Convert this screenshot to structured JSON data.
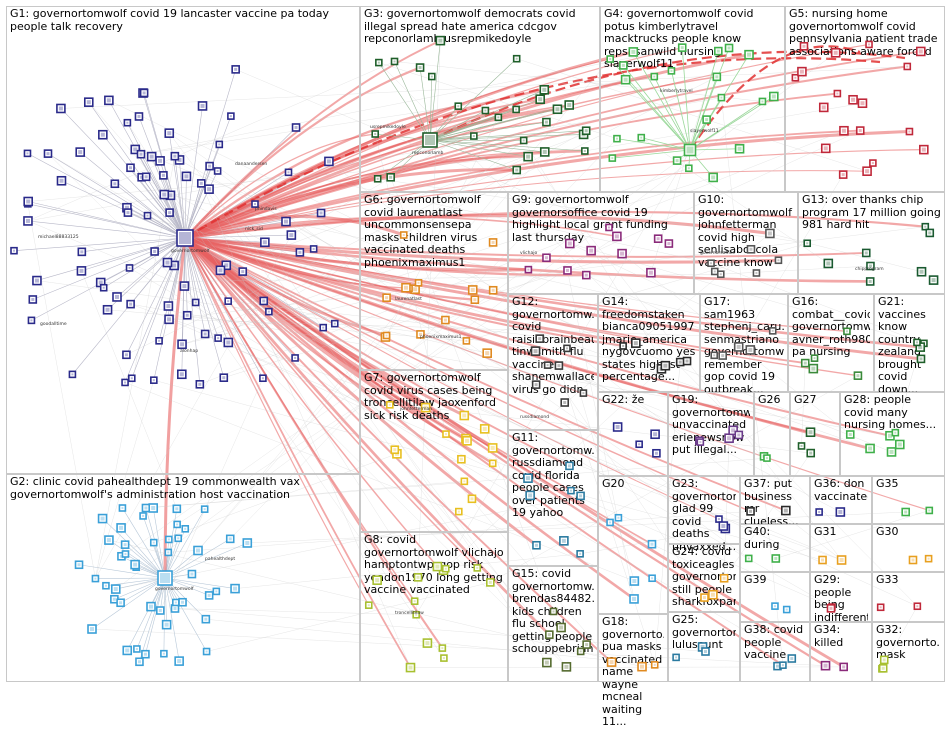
{
  "groups": [
    {
      "id": "G1",
      "label": "G1: governortomwolf covid 19 lancaster vaccine pa today people talk recovery",
      "color": "#2a2a8a"
    },
    {
      "id": "G2",
      "label": "G2: clinic covid pahealthdept 19 commonwealth vax governortomwolf's administration host vaccination",
      "color": "#3aa0d8"
    },
    {
      "id": "G3",
      "label": "G3: governortomwolf democrats covid illegal spread hate america cdcgov repconorlamb usrepmikedoyle",
      "color": "#1f5f2a"
    },
    {
      "id": "G4",
      "label": "G4: governortomwolf covid potus kimberlytravel macktrucks people know repsusanwild nursing slayerwolf11",
      "color": "#3fb04a"
    },
    {
      "id": "G5",
      "label": "G5: nursing home governortomwolf covid pennsylvania patient trade associations aware forced",
      "color": "#c0283a"
    },
    {
      "id": "G6",
      "label": "G6: governortomwolf covid laurenatlast uncommonsensepa masks children virus vaccinated deaths phoenixmaximus1",
      "color": "#e08a20"
    },
    {
      "id": "G7",
      "label": "G7: governortomwolf covid virus cases being troncellitilaw jaoxenford sick risk deaths",
      "color": "#e8c020"
    },
    {
      "id": "G8",
      "label": "G8: covid governortomwolf vlichajo hamptontwp_gop risk yeadon1970 long getting vaccine vaccinated",
      "color": "#a8c030"
    },
    {
      "id": "G9",
      "label": "G9: governortomwolf governorsoffice covid 19 highlight local grant funding last thursday",
      "color": "#8a2a7a"
    },
    {
      "id": "G10",
      "label": "G10: governortomwolf johnfetterman covid high senlisaboscola vaccine know",
      "color": "#555555"
    },
    {
      "id": "G11",
      "label": "G11: governortomw... russdiamond covid florida people cases over patients 19 yahoo",
      "color": "#2a7aa0"
    },
    {
      "id": "G12",
      "label": "G12: governortomw... covid raisinbrainbeau tinwsmith flu vaccine shanemwallace virus go didn",
      "color": "#3a3a3a"
    },
    {
      "id": "G13",
      "label": "G13: over thanks chip program 17 million going 981 hard hit",
      "color": "#1a5a30"
    },
    {
      "id": "G14",
      "label": "G14: freedomstaken bianca09051997 jmarie_america nygovcuomo yes states highest percentage...",
      "color": "#2a2a2a"
    },
    {
      "id": "G15",
      "label": "G15: covid governortomw... brendas84482... kids children flu school getting people schouppebrian",
      "color": "#556b2f"
    },
    {
      "id": "G16",
      "label": "G16: combat__covid governortomw... avner_roth980... pa nursing",
      "color": "#3a8a3a"
    },
    {
      "id": "G17",
      "label": "G17: sam1963 stephenj_caru... senmastriano governortomw... remember gop covid 19 outbreak...",
      "color": "#555555"
    },
    {
      "id": "G18",
      "label": "G18: governorto... pua masks vaccinated name wayne mcneal waiting 11...",
      "color": "#e08a20"
    },
    {
      "id": "G19",
      "label": "G19: governortomw... unvaccinated erienewsnow put illegal...",
      "color": "#6a3a8a"
    },
    {
      "id": "G20",
      "label": "G20",
      "color": "#3aa0d8"
    },
    {
      "id": "G21",
      "label": "G21: vaccines know country zealand brought covid down...",
      "color": "#1f5f2a"
    },
    {
      "id": "G22",
      "label": "G22: že",
      "color": "#2a2a8a"
    },
    {
      "id": "G23",
      "label": "G23: governortom... glad 99 covid deaths unvaxxed...",
      "color": "#2a2a8a"
    },
    {
      "id": "G24",
      "label": "G24: covid toxiceagles governortomw... still people sharkfoxpan...",
      "color": "#e8a020"
    },
    {
      "id": "G25",
      "label": "G25: governortom... lulusaunt",
      "color": "#2a7aa0"
    },
    {
      "id": "G26",
      "label": "G26",
      "color": "#3fb04a"
    },
    {
      "id": "G27",
      "label": "G27",
      "color": "#1f5f2a"
    },
    {
      "id": "G28",
      "label": "G28: people covid many nursing homes...",
      "color": "#3fb04a"
    },
    {
      "id": "G29",
      "label": "G29: people being indifferent...",
      "color": "#c0283a"
    },
    {
      "id": "G30",
      "label": "G30",
      "color": "#e8a020"
    },
    {
      "id": "G31",
      "label": "G31",
      "color": "#e8a020"
    },
    {
      "id": "G32",
      "label": "G32: governorto... mask",
      "color": "#a8c030"
    },
    {
      "id": "G33",
      "label": "G33",
      "color": "#c0283a"
    },
    {
      "id": "G34",
      "label": "G34: killed",
      "color": "#8a2a7a"
    },
    {
      "id": "G35",
      "label": "G35",
      "color": "#3fb04a"
    },
    {
      "id": "G36",
      "label": "G36: don vaccinated",
      "color": "#2a2a8a"
    },
    {
      "id": "G37",
      "label": "G37: put business mr clueless...",
      "color": "#2a2a2a"
    },
    {
      "id": "G38",
      "label": "G38: covid people vaccine",
      "color": "#2a7aa0"
    },
    {
      "id": "G39",
      "label": "G39",
      "color": "#3aa0d8"
    },
    {
      "id": "G40",
      "label": "G40: during",
      "color": "#3fb04a"
    }
  ],
  "node_labels": [
    {
      "group": "G1",
      "text": "governortomwolf"
    },
    {
      "group": "G1",
      "text": "danaandersen"
    },
    {
      "group": "G1",
      "text": "phindavis"
    },
    {
      "group": "G1",
      "text": "nick_sid"
    },
    {
      "group": "G1",
      "text": "michael88833125"
    },
    {
      "group": "G1",
      "text": "goodalltime"
    },
    {
      "group": "G1",
      "text": "alonhap"
    },
    {
      "group": "G2",
      "text": "governortomwolf"
    },
    {
      "group": "G2",
      "text": "pahealthdept"
    },
    {
      "group": "G3",
      "text": "usrepmikedoyle"
    },
    {
      "group": "G3",
      "text": "repconorlamb"
    },
    {
      "group": "G4",
      "text": "slayerwolf11"
    },
    {
      "group": "G4",
      "text": "kimberlytravel"
    },
    {
      "group": "G6",
      "text": "laurenatlast"
    },
    {
      "group": "G6",
      "text": "phoenixmaximus1"
    },
    {
      "group": "G7",
      "text": "troncellitilaw"
    },
    {
      "group": "G8",
      "text": "vlichajo"
    },
    {
      "group": "G9",
      "text": "governorsoffice"
    },
    {
      "group": "G10",
      "text": "johnfetterman"
    },
    {
      "group": "G11",
      "text": "russdiamond"
    },
    {
      "group": "G13",
      "text": "chipprogram"
    }
  ]
}
